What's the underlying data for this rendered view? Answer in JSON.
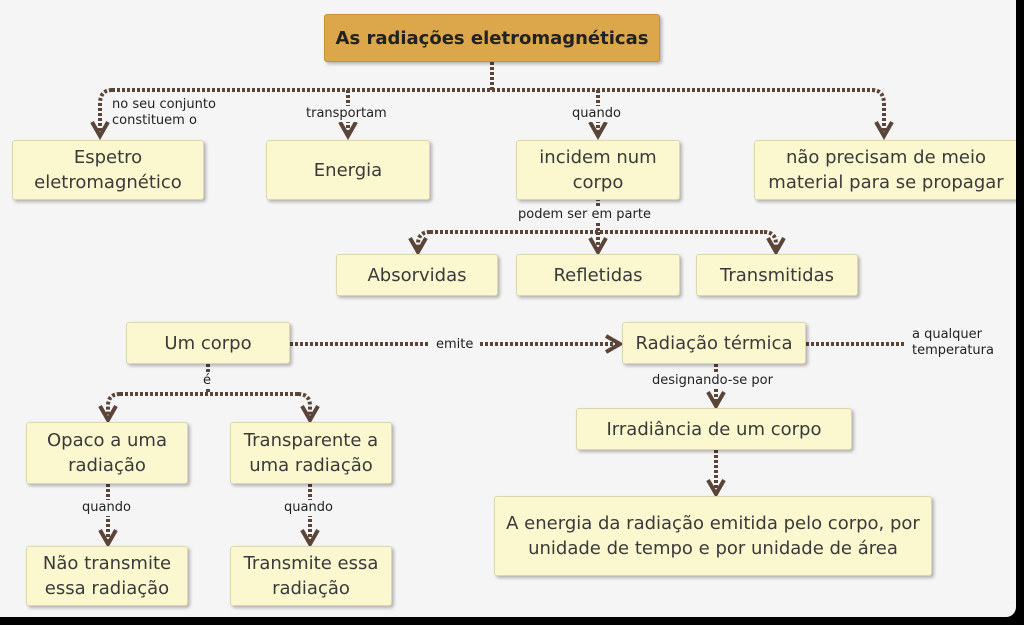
{
  "title": "As radiações eletromagnéticas",
  "nodes": {
    "espetro": "Espetro\neletromagnético",
    "energia": "Energia",
    "incidem": "incidem num\ncorpo",
    "nao_precisam": "não precisam de meio\nmaterial para se propagar",
    "absorvidas": "Absorvidas",
    "refletidas": "Refletidas",
    "transmitidas": "Transmitidas",
    "um_corpo": "Um corpo",
    "radiacao_termica": "Radiação térmica",
    "irradiancia": "Irradiância de um corpo",
    "energia_radiacao": "A energia da radiação emitida pelo corpo, por\nunidade de tempo e por unidade de área",
    "opaco": "Opaco a uma\nradiação",
    "transparente": "Transparente a\numa radiação",
    "nao_transmite": "Não transmite\nessa radiação",
    "transmite": "Transmite essa\nradiação"
  },
  "labels": {
    "no_seu_conjunto": "no seu conjunto\nconstituem o",
    "transportam": "transportam",
    "quando_top": "quando",
    "podem_ser": "podem ser em parte",
    "emite": "emite",
    "a_qualquer": "a qualquer\ntemperatura",
    "e": "é",
    "designando": "designando-se por",
    "quando_left": "quando",
    "quando_right": "quando"
  },
  "colors": {
    "box_fill": "#fbf7cf",
    "title_fill": "#dca64a",
    "connector": "#5b4538",
    "background": "#f5f5f5"
  }
}
